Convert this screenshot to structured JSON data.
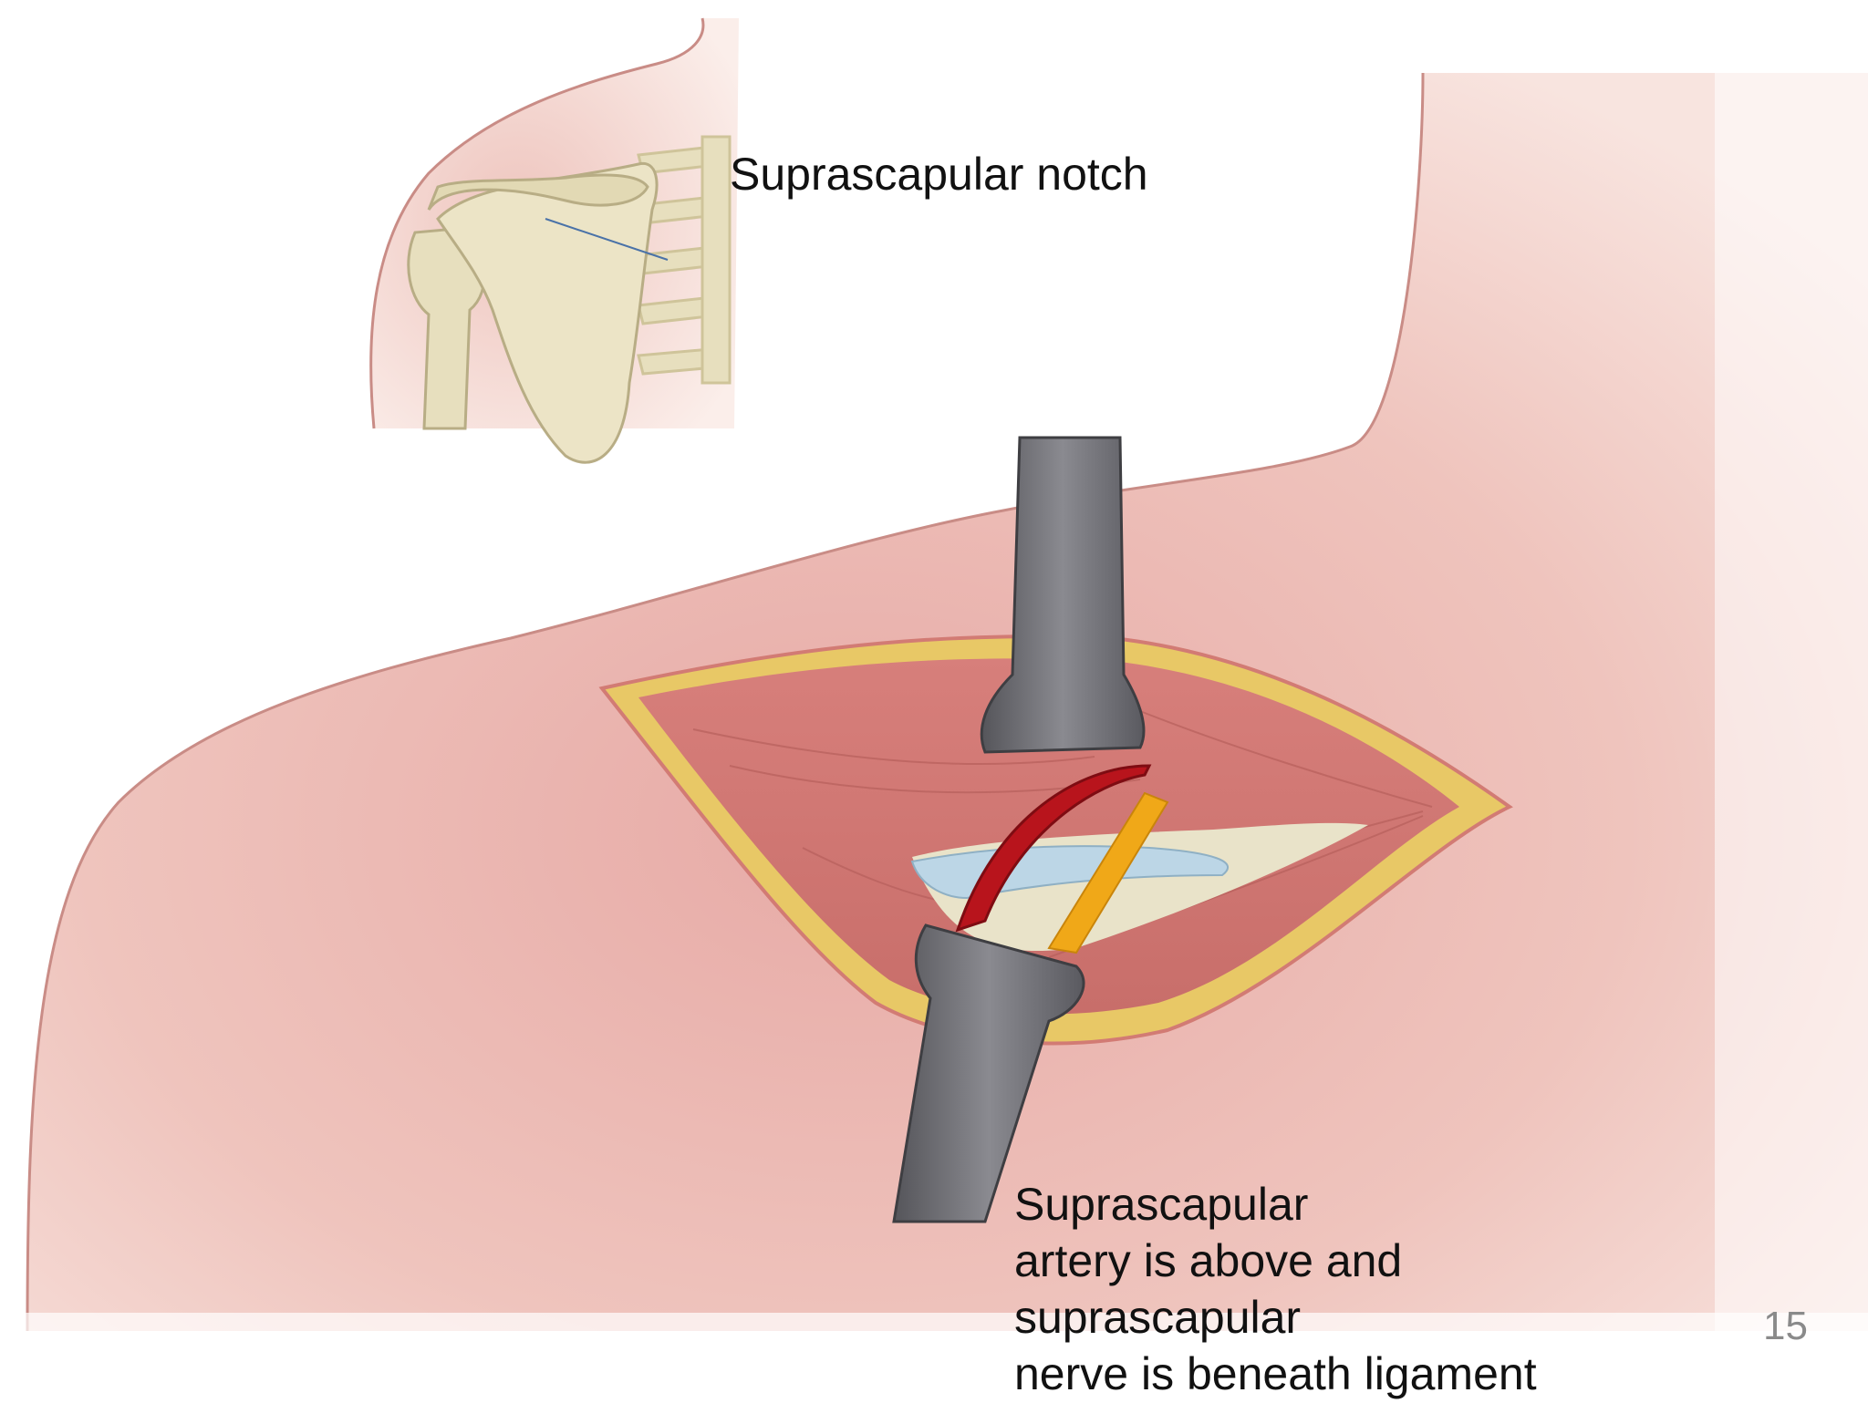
{
  "slide": {
    "notch_label": "Suprascapular notch",
    "artery_label_lines": [
      "Suprascapular",
      "artery is above and",
      "suprascapular",
      "nerve is beneath ligament"
    ],
    "page_number": "15"
  },
  "illustration": {
    "colors": {
      "skin": "#eab9b3",
      "skin_shadow": "#d99e9a",
      "skin_outline": "#c98c86",
      "bone": "#e7dfbe",
      "bone_shadow": "#cfc49a",
      "muscle": "#d98a85",
      "muscle_dark": "#bf6a66",
      "fat": "#e8c866",
      "retractor": "#6b6b70",
      "retractor_light": "#8d8d93",
      "artery": "#b8141c",
      "nerve": "#f0a818",
      "ligament": "#bcd6e6"
    }
  }
}
